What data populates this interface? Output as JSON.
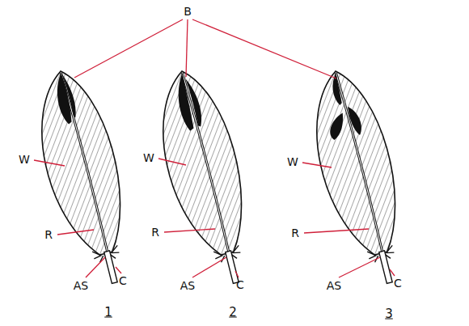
{
  "diagram": {
    "labels": [
      "B",
      "W",
      "R",
      "AS",
      "C",
      "1",
      "W",
      "R",
      "AS",
      "C",
      "2",
      "W",
      "R",
      "AS",
      "C",
      "3"
    ]
  }
}
